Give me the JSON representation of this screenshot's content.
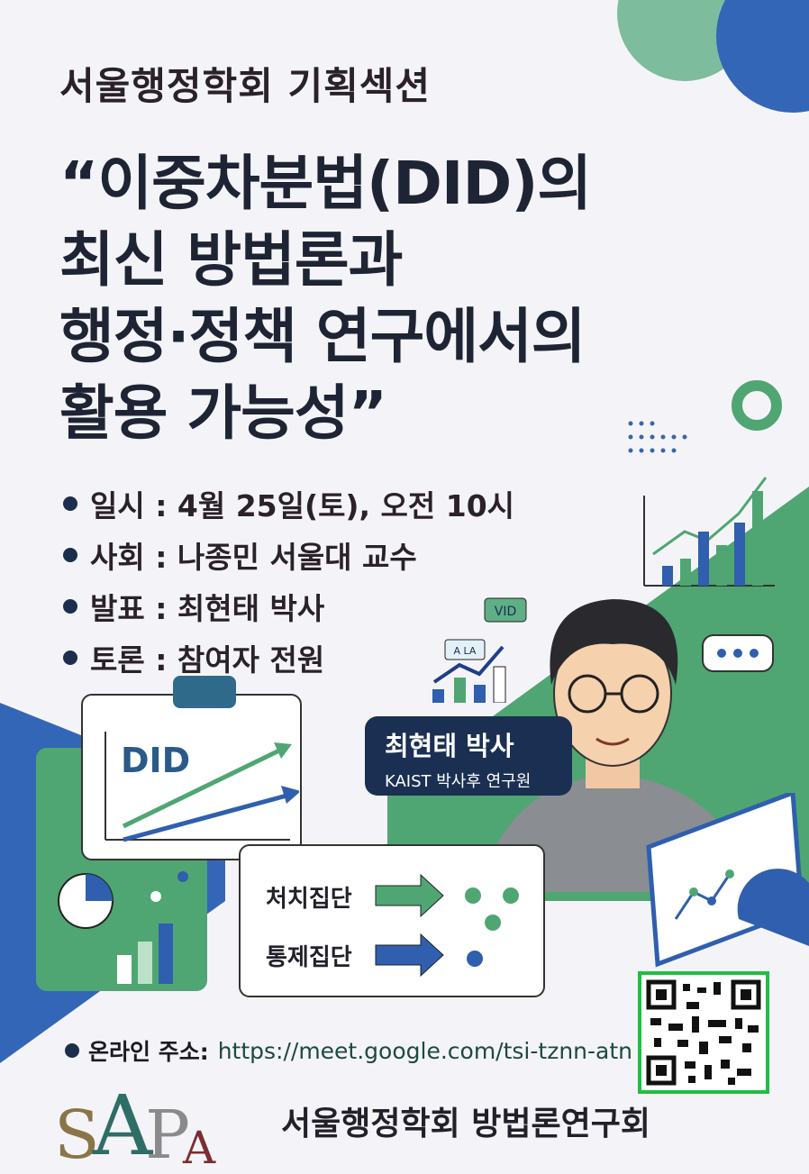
{
  "header": {
    "subtitle": "서울행정학회 기획섹션"
  },
  "title": {
    "lines": [
      "“이중차분법(DID)의",
      "최신 방법론과",
      "행정·정책 연구에서의",
      "활용 가능성”"
    ]
  },
  "details": [
    {
      "text": "일시 : 4월 25일(토), 오전 10시"
    },
    {
      "text": "사회 : 나종민 서울대 교수"
    },
    {
      "text": "발표 : 최현태 박사"
    },
    {
      "text": "토론 : 참여자 전원"
    }
  ],
  "speaker": {
    "name": "최현태 박사",
    "role": "KAIST 박사후 연구원"
  },
  "illustration": {
    "board_label": "DID",
    "treatment_label": "처치집단",
    "control_label": "통제집단",
    "badge_vid": "VID",
    "badge_ala": "A LA"
  },
  "online": {
    "label": "온라인 주소:",
    "url": "https://meet.google.com/tsi-tznn-atn"
  },
  "footer": {
    "logo": "SAPA",
    "org": "서울행정학회 방법론연구회"
  },
  "colors": {
    "navy": "#1b2f52",
    "green": "#4fa672",
    "blue": "#2f5fae",
    "qr_border": "#1fbf3f"
  }
}
